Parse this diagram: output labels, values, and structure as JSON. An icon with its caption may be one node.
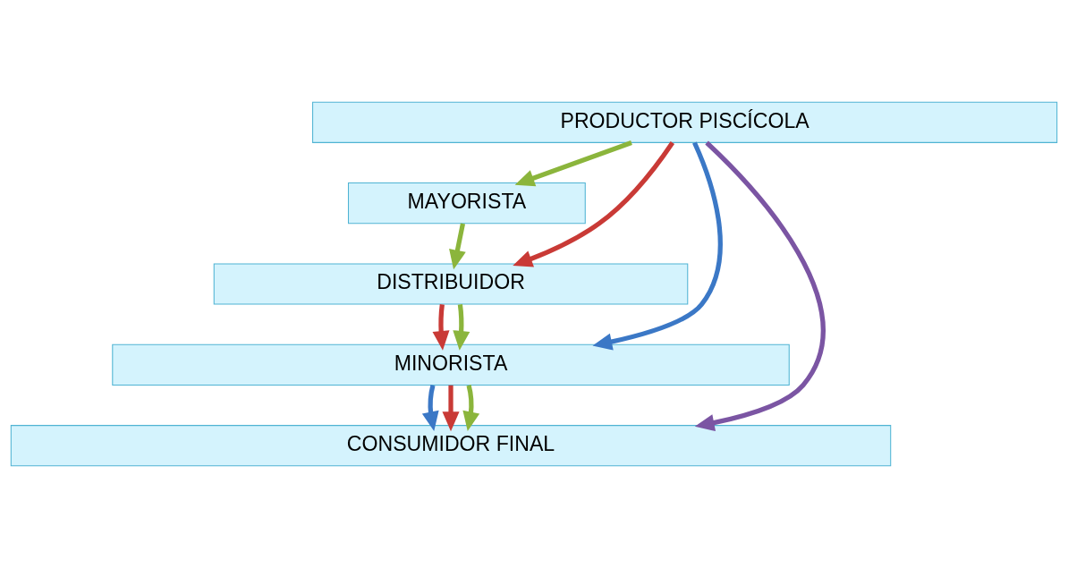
{
  "diagram": {
    "nodes": [
      {
        "text": [
          "PRODUCTOR PISCÍCOLA"
        ]
      },
      {
        "text": [
          "MAYORISTA"
        ]
      },
      {
        "text": [
          "DISTRIBUIDOR"
        ]
      },
      {
        "text": [
          "MINORISTA"
        ]
      },
      {
        "text": [
          "CONSUMIDOR FINAL"
        ]
      }
    ],
    "edges": [
      {
        "from": 0,
        "to": 4,
        "arrow": "to",
        "color": "#7b55a3"
      },
      {
        "from": 0,
        "to": 3,
        "arrow": "to",
        "color": "#3b78c6"
      },
      {
        "from": 0,
        "to": 2,
        "arrow": "to",
        "color": "#c93a36"
      },
      {
        "from": 0,
        "to": 1,
        "arrow": "to",
        "color": "#8bb53c"
      },
      {
        "from": 1,
        "to": 2,
        "arrow": "to",
        "color": "#8bb53c"
      },
      {
        "from": 2,
        "to": 3,
        "arrow": "to",
        "color": "#c93a36"
      },
      {
        "from": 2,
        "to": 3,
        "arrow": "to",
        "color": "#8bb53c"
      },
      {
        "from": 3,
        "to": 4,
        "arrow": "to",
        "color": "#3b78c6"
      },
      {
        "from": 3,
        "to": 4,
        "arrow": "to",
        "color": "#c93a36"
      },
      {
        "from": 3,
        "to": 4,
        "arrow": "to",
        "color": "#8bb53c"
      }
    ]
  }
}
